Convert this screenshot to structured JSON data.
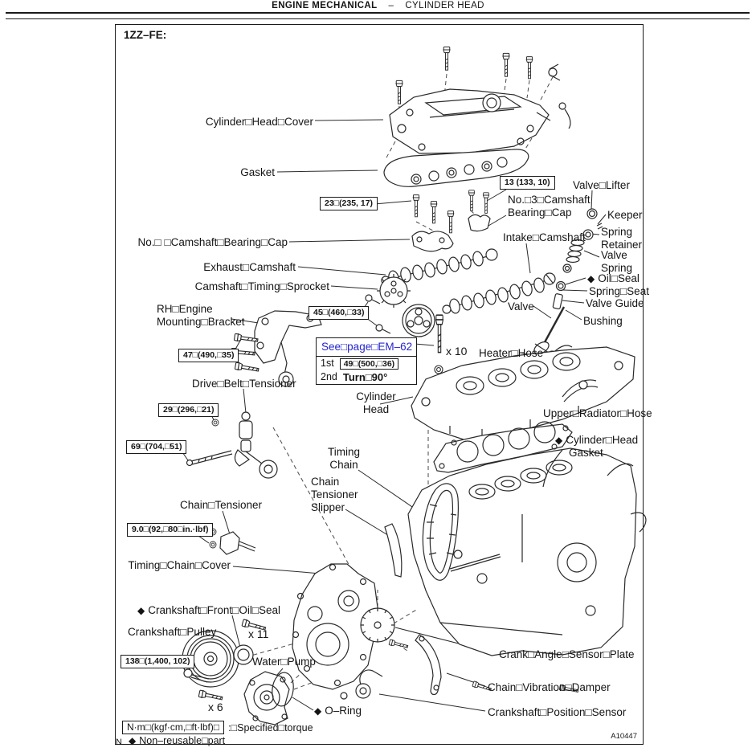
{
  "colors": {
    "link_blue": "#2525cd",
    "ink": "#141414",
    "paper": "#ffffff"
  },
  "header": {
    "section": "ENGINE MECHANICAL",
    "separator": "–",
    "subsection": "CYLINDER HEAD"
  },
  "figure": {
    "engine_code": "1ZZ–FE:",
    "figure_id": "A10447",
    "page_letter": "N"
  },
  "torque": {
    "t23": "23□(235, 17)",
    "t13": "13 (133, 10)",
    "t45": "45□(460,□33)",
    "t47": "47□(490,□35)",
    "t29": "29□(296,□21)",
    "t69": "69□(704,□51)",
    "t90": "9.0□(92,□80□in.·lbf)",
    "t138": "138□(1,400, 102)"
  },
  "callout": {
    "link": "See□page□EM–62",
    "row1_label": "1st",
    "row1_value": "49□(500,□36)",
    "row2_label": "2nd",
    "row2_value": "Turn□90°"
  },
  "counts": {
    "head_bolts": "x 10",
    "cover_bolts": "x 11",
    "water_pump_bolts": "x 6"
  },
  "legend": {
    "diamond": "◆",
    "torque_unit": "N·m□(kgf·cm,□ft·lbf)□",
    "torque_spec": ":□Specified□torque",
    "non_reusable": "Non–reusable□part"
  },
  "labels": {
    "cylinder_head_cover": "Cylinder□Head□Cover",
    "gasket": "Gasket",
    "no3_cap_1": "No.□3□Camshaft",
    "no3_cap_2": "Bearing□Cap",
    "valve_lifter": "Valve□Lifter",
    "keeper": "Keeper",
    "spring_retainer_1": "Spring",
    "spring_retainer_2": "Retainer",
    "intake_camshaft": "Intake□Camshaft",
    "valve_spring_1": "Valve",
    "valve_spring_2": "Spring",
    "oil_seal": "Oil□Seal",
    "spring_seat": "Spring□Seat",
    "valve_guide": "Valve Guide",
    "valve": "Valve",
    "bushing": "Bushing",
    "no1_cap": "No.□ □Camshaft□Bearing□Cap",
    "exhaust_camshaft": "Exhaust□Camshaft",
    "camshaft_timing_sprocket": "Camshaft□Timing□Sprocket",
    "rh_bracket_1": "RH□Engine",
    "rh_bracket_2": "Mounting□Bracket",
    "heater_hose": "Heater□Hose",
    "cylinder_head_1": "Cylinder",
    "cylinder_head_2": "Head",
    "upper_radiator_hose": "Upper□Radiator□Hose",
    "cylinder_head_gasket_1": "Cylinder□Head",
    "cylinder_head_gasket_2": "Gasket",
    "drive_belt_tensioner": "Drive□Belt□Tensioner",
    "chain_tensioner": "Chain□Tensioner",
    "timing_chain_cover": "Timing□Chain□Cover",
    "timing_chain_1": "Timing",
    "timing_chain_2": "Chain",
    "slipper_1": "Chain",
    "slipper_2": "Tensioner",
    "slipper_3": "Slipper",
    "crankshaft_front_oil_seal": "Crankshaft□Front□Oil□Seal",
    "crankshaft_pulley": "Crankshaft□Pulley",
    "water_pump": "Water□Pump",
    "o_ring": "O–Ring",
    "crank_angle_sensor_plate": "Crank□Angle□Sensor□Plate",
    "chain_vibration_damper": "Chain□Vibration□Damper",
    "crankshaft_position_sensor": "Crankshaft□Position□Sensor"
  }
}
